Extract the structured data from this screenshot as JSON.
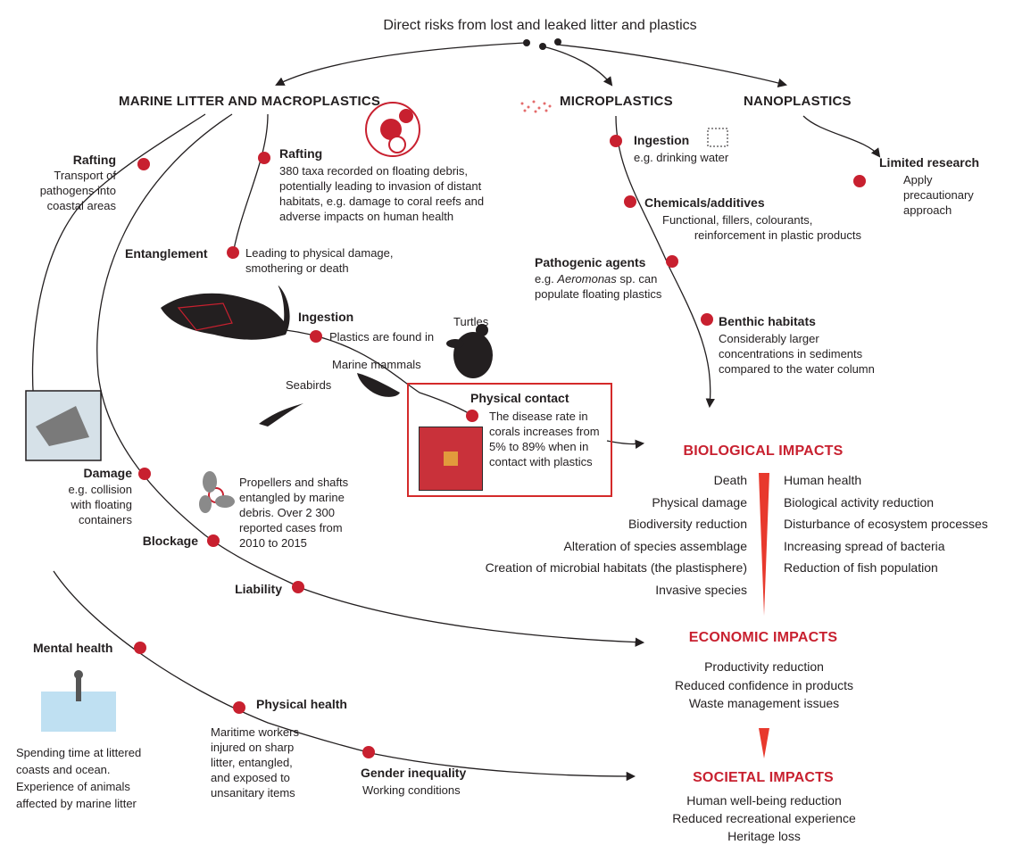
{
  "title": "Direct risks from lost and leaked litter and plastics",
  "categories": {
    "macro": "MARINE LITTER AND MACROPLASTICS",
    "micro": "MICROPLASTICS",
    "nano": "NANOPLASTICS"
  },
  "macro_nodes": {
    "rafting_left": {
      "title": "Rafting",
      "desc": [
        "Transport of",
        "pathogens into",
        "coastal areas"
      ]
    },
    "rafting_right": {
      "title": "Rafting",
      "desc": [
        "380 taxa recorded on floating debris,",
        "potentially leading to invasion of distant",
        "habitats, e.g. damage to coral reefs and",
        "adverse impacts on human health"
      ]
    },
    "entanglement": {
      "title": "Entanglement",
      "desc": [
        "Leading to physical damage,",
        "smothering or death"
      ]
    },
    "ingestion": {
      "title": "Ingestion",
      "desc": "Plastics are found in"
    },
    "animals": {
      "turtles": "Turtles",
      "mammals": "Marine mammals",
      "seabirds": "Seabirds"
    },
    "physical_contact": {
      "title": "Physical contact",
      "desc": [
        "The disease rate in",
        "corals increases from",
        "5% to 89% when in",
        "contact with plastics"
      ]
    },
    "damage": {
      "title": "Damage",
      "desc": [
        "e.g. collision",
        "with floating",
        "containers"
      ]
    },
    "blockage": {
      "title": "Blockage",
      "desc": [
        "Propellers and shafts",
        "entangled by marine",
        "debris. Over 2 300",
        "reported cases from",
        "2010 to 2015"
      ]
    },
    "liability": {
      "title": "Liability"
    },
    "mental_health": {
      "title": "Mental health",
      "desc": [
        "Spending time at littered",
        "coasts and ocean.",
        "Experience of animals",
        "affected by marine litter"
      ]
    },
    "physical_health": {
      "title": "Physical health",
      "desc": [
        "Maritime workers",
        "injured on sharp",
        "litter, entangled,",
        "and exposed to",
        "unsanitary items"
      ]
    },
    "gender": {
      "title": "Gender inequality",
      "desc": "Working conditions"
    }
  },
  "micro_nodes": {
    "ingestion": {
      "title": "Ingestion",
      "desc": "e.g. drinking water"
    },
    "chemicals": {
      "title": "Chemicals/additives",
      "desc": [
        "Functional, fillers, colourants,",
        "reinforcement in plastic products"
      ]
    },
    "pathogenic": {
      "title": "Pathogenic agents",
      "desc_pre": "e.g. ",
      "desc_italic": "Aeromonas",
      "desc_post": " sp. can",
      "desc2": "populate floating plastics"
    },
    "benthic": {
      "title": "Benthic habitats",
      "desc": [
        "Considerably larger",
        "concentrations in sediments",
        "compared to the water column"
      ]
    }
  },
  "nano_nodes": {
    "limited": {
      "title": "Limited research",
      "desc": [
        "Apply",
        "precautionary",
        "approach"
      ]
    }
  },
  "impacts": {
    "biological": {
      "title": "BIOLOGICAL IMPACTS",
      "left": [
        "Death",
        "Physical damage",
        "Biodiversity reduction",
        "Alteration of species assemblage",
        "Creation of microbial habitats (the plastisphere)",
        "Invasive species"
      ],
      "right": [
        "Human health",
        "Biological activity reduction",
        "Disturbance of ecosystem processes",
        "Increasing spread of bacteria",
        "Reduction of fish population"
      ]
    },
    "economic": {
      "title": "ECONOMIC IMPACTS",
      "items": [
        "Productivity reduction",
        "Reduced confidence in products",
        "Waste management issues"
      ]
    },
    "societal": {
      "title": "SOCIETAL IMPACTS",
      "items": [
        "Human well-being reduction",
        "Reduced recreational experience",
        "Heritage loss"
      ]
    }
  },
  "colors": {
    "node_red": "#c8202f",
    "impact_red": "#c8202f",
    "highlight_box": "#d42a2a",
    "line": "#231f20"
  }
}
